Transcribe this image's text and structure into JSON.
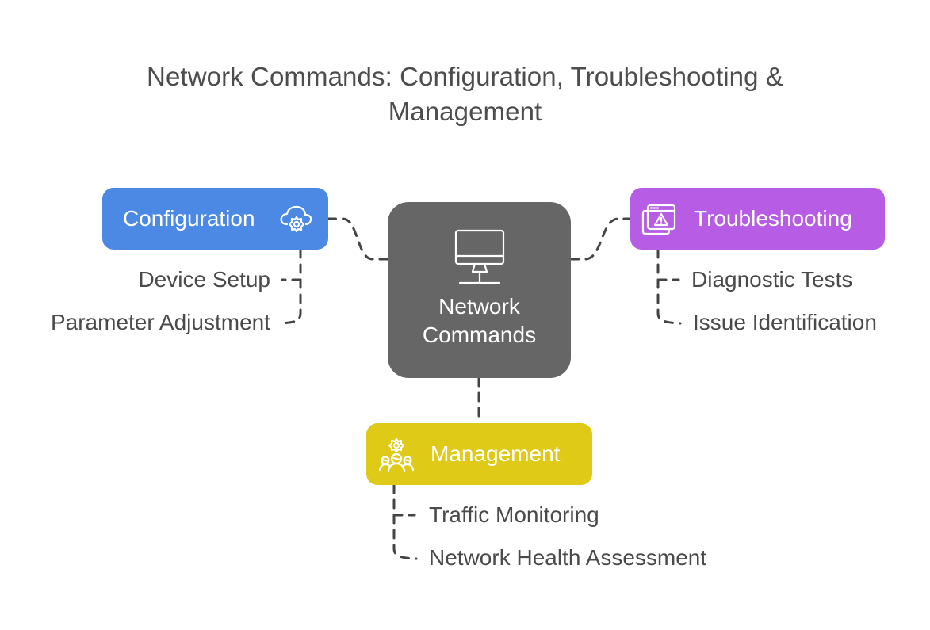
{
  "title": "Network Commands: Configuration, Troubleshooting & Management",
  "center": {
    "label": "Network Commands",
    "icon": "desktop-monitor-icon",
    "color": "#666666"
  },
  "branches": [
    {
      "id": "configuration",
      "label": "Configuration",
      "icon": "cloud-gear-icon",
      "color": "#4b89e4",
      "items": [
        "Device Setup",
        "Parameter Adjustment"
      ]
    },
    {
      "id": "troubleshooting",
      "label": "Troubleshooting",
      "icon": "browser-warning-icon",
      "color": "#b65ce5",
      "items": [
        "Diagnostic Tests",
        "Issue Identification"
      ]
    },
    {
      "id": "management",
      "label": "Management",
      "icon": "team-gear-icon",
      "color": "#dfca17",
      "items": [
        "Traffic Monitoring",
        "Network Health Assessment"
      ]
    }
  ]
}
